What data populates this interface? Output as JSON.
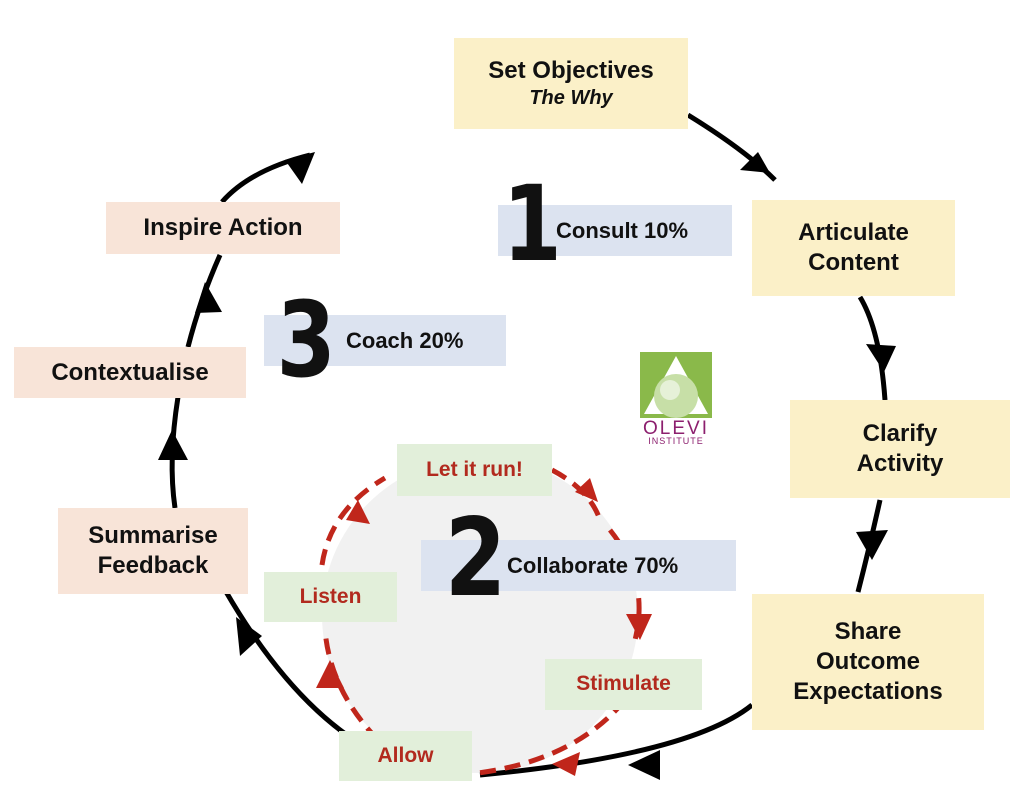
{
  "outer_cycle": [
    {
      "id": "set-objectives",
      "lines": [
        "Set Objectives"
      ],
      "sub": "The Why"
    },
    {
      "id": "articulate-content",
      "lines": [
        "Articulate",
        "Content"
      ]
    },
    {
      "id": "clarify-activity",
      "lines": [
        "Clarify",
        "Activity"
      ]
    },
    {
      "id": "share-outcome",
      "lines": [
        "Share",
        "Outcome",
        "Expectations"
      ]
    },
    {
      "id": "summarise-feedback",
      "lines": [
        "Summarise",
        "Feedback"
      ]
    },
    {
      "id": "contextualise",
      "lines": [
        "Contextualise"
      ]
    },
    {
      "id": "inspire-action",
      "lines": [
        "Inspire Action"
      ]
    }
  ],
  "phases": [
    {
      "number": "1",
      "label": "Consult 10%"
    },
    {
      "number": "2",
      "label": "Collaborate 70%"
    },
    {
      "number": "3",
      "label": "Coach 20%"
    }
  ],
  "inner_cycle": [
    {
      "label": "Let it run!"
    },
    {
      "label": "Stimulate"
    },
    {
      "label": "Allow"
    },
    {
      "label": "Listen"
    }
  ],
  "logo": {
    "name": "OLEVI",
    "sub": "INSTITUTE"
  },
  "colors": {
    "objective_box": "#fbf0c8",
    "feedback_box": "#f8e4d8",
    "inner_box": "#e2efda",
    "phase_box": "#dce3f0",
    "inner_arrow": "#c0261b",
    "inner_circle_fill": "#f1f1f1",
    "outer_arrow": "#000000"
  }
}
